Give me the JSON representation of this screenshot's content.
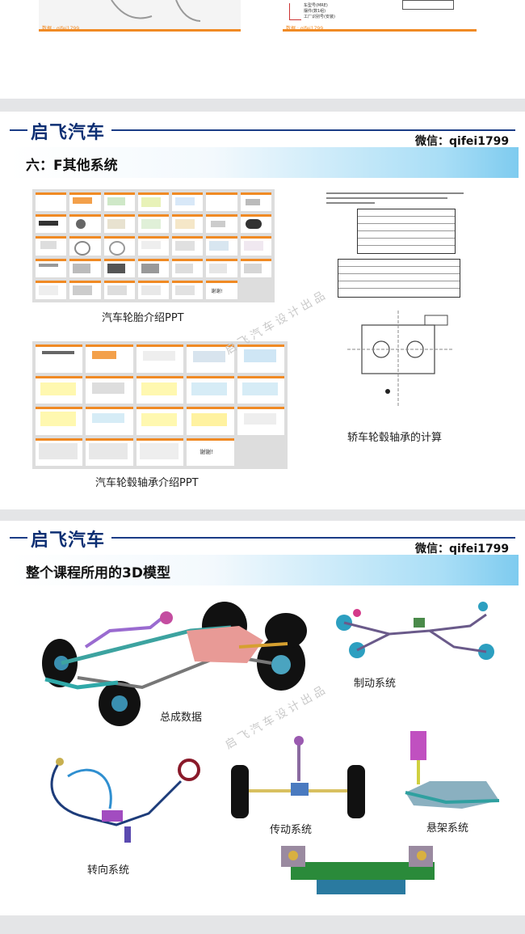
{
  "top_remnant": {
    "left_note": "数据 : qifei1799",
    "right_note": "数据 : qifei1799",
    "leader_labels": [
      "车型号(MRE)",
      "摆件(数1组)",
      "工厂识别号(安装)"
    ]
  },
  "section1": {
    "brand": "启飞汽车",
    "wechat": "微信：qifei1799",
    "heading": "六：F其他系统",
    "caption_tire_ppt": "汽车轮胎介绍PPT",
    "caption_bearing_calc": "轿车轮毂轴承的计算",
    "caption_bearing_ppt": "汽车轮毂轴承介绍PPT",
    "watermark": "启飞汽车设计出品",
    "slide_end_text": "谢谢!"
  },
  "section2": {
    "brand": "启飞汽车",
    "wechat": "微信：qifei1799",
    "heading": "整个课程所用的3D模型",
    "caption_assembly": "总成数据",
    "caption_brake": "制动系统",
    "caption_steering": "转向系统",
    "caption_drivetrain": "传动系统",
    "caption_suspension": "悬架系统",
    "watermark": "启飞汽车设计出品"
  },
  "colors": {
    "brand_navy": "#0d2f73",
    "accent_blue": "#7ecbef",
    "band_gray": "#e4e5e7",
    "slide_orange": "#f08a24"
  }
}
